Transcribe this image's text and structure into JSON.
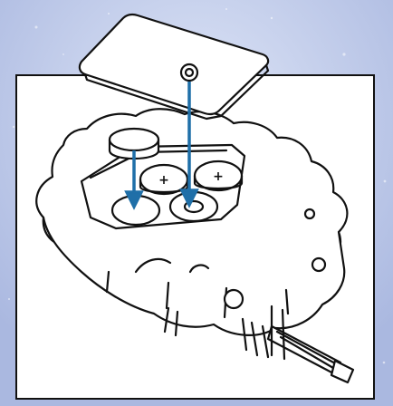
{
  "figure": {
    "components": [
      "battery-cover",
      "coin-cell-battery",
      "battery-compartment",
      "watch-movement"
    ],
    "polarity_marks": [
      "+",
      "+"
    ],
    "arrow_color": "#1f6fa8",
    "line_color": "#111111",
    "background_color": "#c9d4ee",
    "panel_color": "#ffffff"
  }
}
